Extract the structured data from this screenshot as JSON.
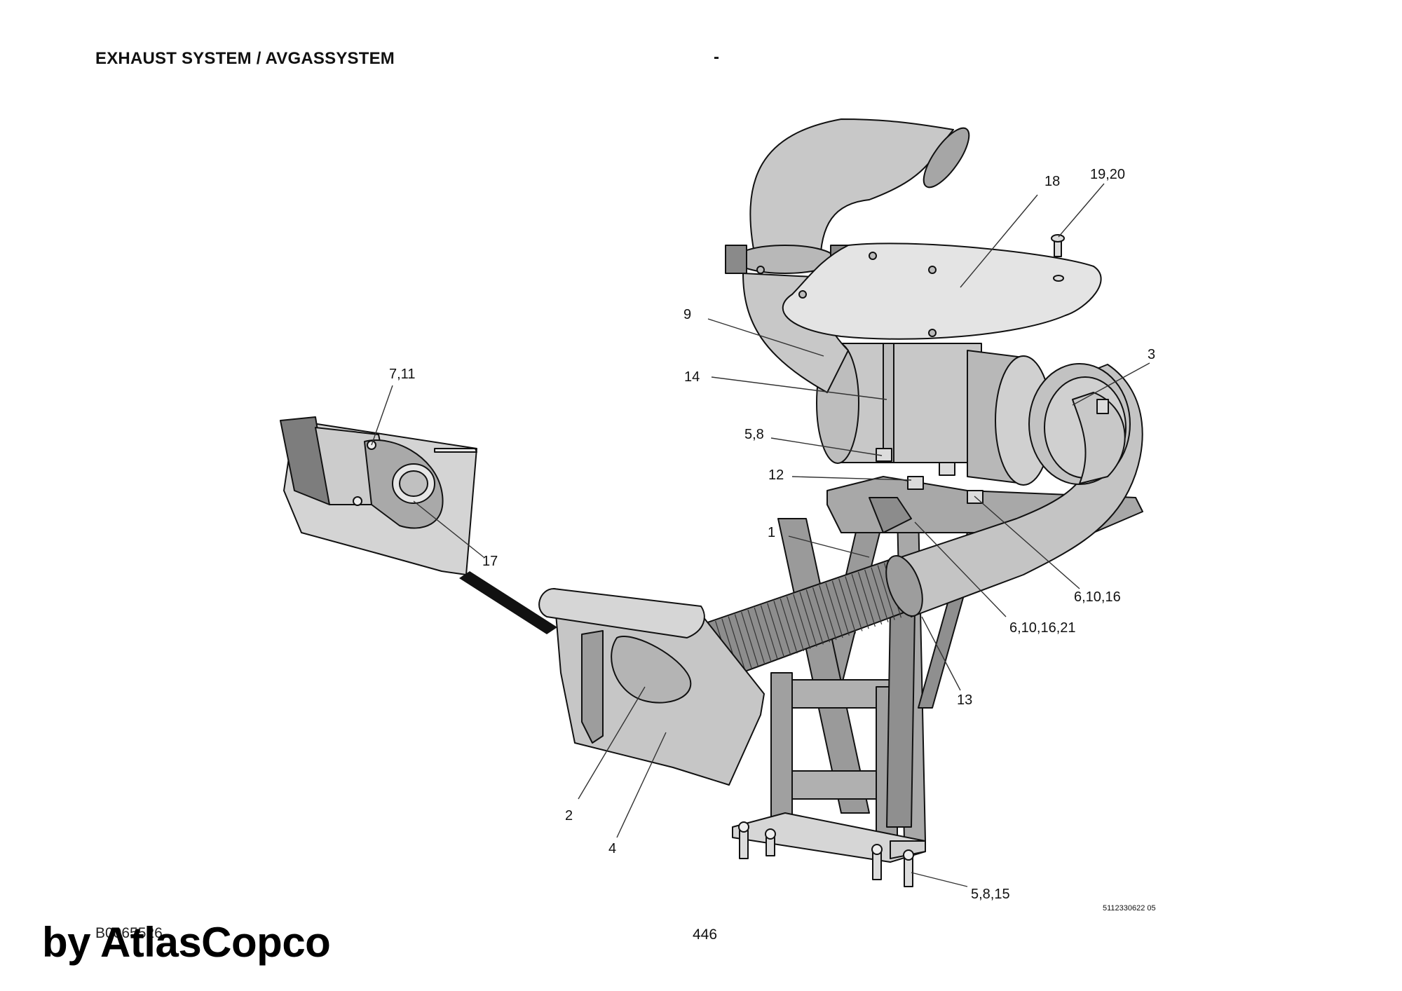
{
  "header": {
    "title": "EXHAUST SYSTEM / AVGASSYSTEM",
    "dash": "-"
  },
  "callouts": [
    {
      "id": "c18",
      "label": "18"
    },
    {
      "id": "c1920",
      "label": "19,20"
    },
    {
      "id": "c9",
      "label": "9"
    },
    {
      "id": "c3",
      "label": "3"
    },
    {
      "id": "c14",
      "label": "14"
    },
    {
      "id": "c711",
      "label": "7,11"
    },
    {
      "id": "c58",
      "label": "5,8"
    },
    {
      "id": "c12",
      "label": "12"
    },
    {
      "id": "c1",
      "label": "1"
    },
    {
      "id": "c17",
      "label": "17"
    },
    {
      "id": "c61016",
      "label": "6,10,16"
    },
    {
      "id": "c6101621",
      "label": "6,10,16,21"
    },
    {
      "id": "c13",
      "label": "13"
    },
    {
      "id": "c2",
      "label": "2"
    },
    {
      "id": "c4",
      "label": "4"
    },
    {
      "id": "c5815",
      "label": "5,8,15"
    }
  ],
  "footer": {
    "doc_id": "5112330622 05",
    "page_number": "446",
    "figure_code": "B0065526",
    "brand": "by AtlasCopco"
  },
  "colors": {
    "part_fill": "#c8c8c8",
    "part_dark": "#9a9a9a",
    "plate_fill": "#e4e4e4",
    "stroke": "#111111"
  }
}
